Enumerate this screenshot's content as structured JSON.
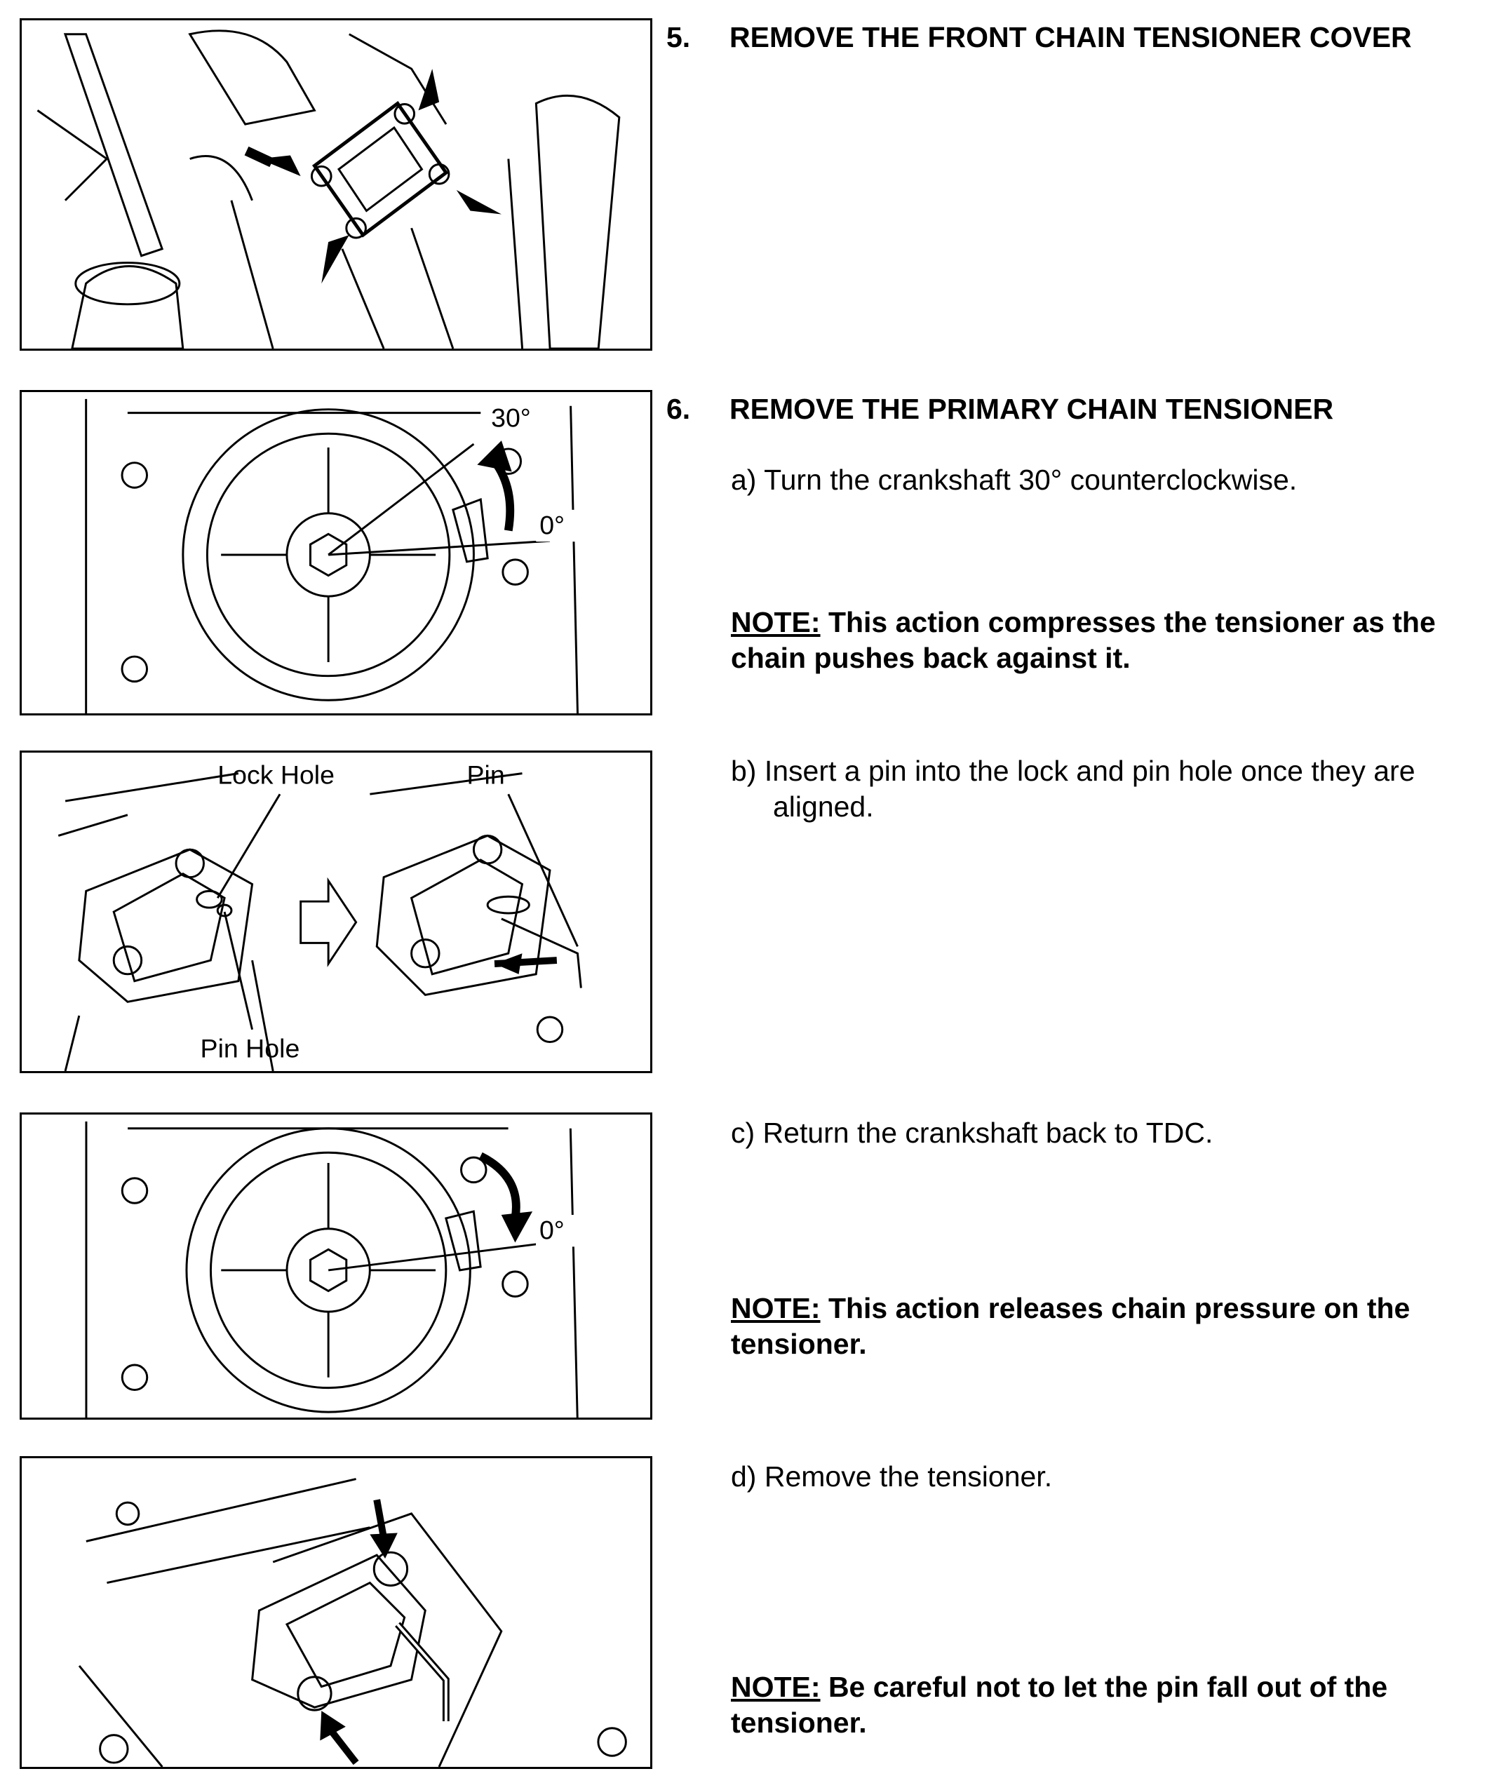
{
  "steps": [
    {
      "number": "5.",
      "title": "REMOVE THE FRONT CHAIN TENSIONER COVER"
    },
    {
      "number": "6.",
      "title": "REMOVE THE PRIMARY CHAIN TENSIONER"
    }
  ],
  "substeps": {
    "a": "a)  Turn the crankshaft 30° counterclockwise.",
    "b1": "b)  Insert a pin into the lock and pin hole once they are",
    "b2": "aligned.",
    "c": "c)  Return the crankshaft back to TDC.",
    "d": "d)  Remove the tensioner."
  },
  "notes": [
    {
      "prefix": "NOTE:",
      "line1": " This action compresses the tensioner as the",
      "line2": "chain pushes back against it."
    },
    {
      "prefix": "NOTE:",
      "line1": " This action releases chain pressure on the",
      "line2": "tensioner."
    },
    {
      "prefix": "NOTE:",
      "line1": " Be careful not to let the pin fall out of the",
      "line2": "tensioner."
    }
  ],
  "figure_labels": {
    "angle_30": "30°",
    "angle_0": "0°",
    "angle_0_b": "0°",
    "lock_hole": "Lock Hole",
    "pin": "Pin",
    "pin_hole": "Pin Hole"
  }
}
